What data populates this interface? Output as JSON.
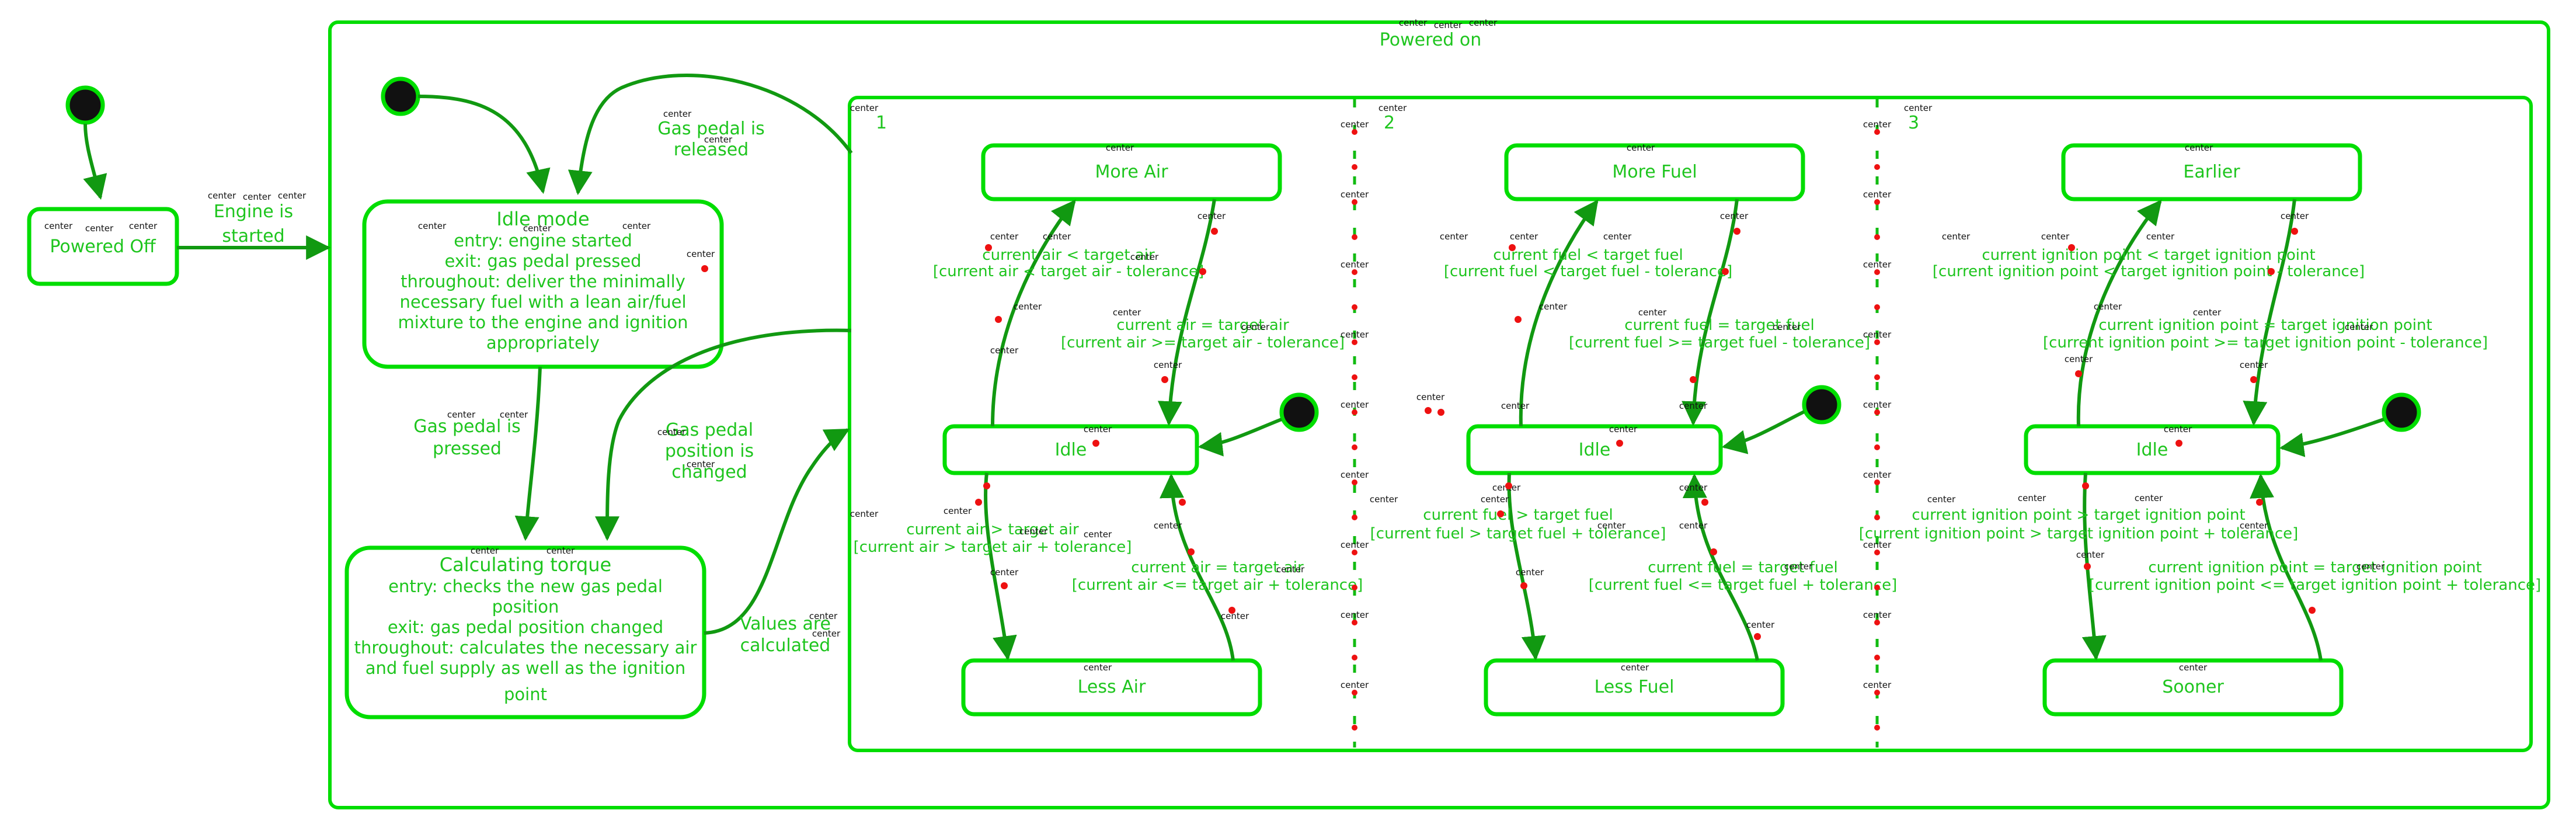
{
  "marker": "center",
  "top_state": {
    "name": "Powered on"
  },
  "initial_state": {
    "name": "Powered Off"
  },
  "start_transition": {
    "line1": "Engine is",
    "line2": "started"
  },
  "idle_mode": {
    "title": "Idle mode",
    "lines": [
      "entry: engine started",
      "exit: gas pedal pressed",
      "throughout: deliver the minimally",
      "necessary fuel with a lean air/fuel",
      "mixture to the engine and ignition",
      "appropriately"
    ]
  },
  "calc_torque": {
    "title": "Calculating torque",
    "lines": [
      "entry: checks the new gas pedal",
      "position",
      "exit: gas pedal position changed",
      "throughout: calculates the necessary air",
      "and fuel supply as well as the ignition",
      "point"
    ]
  },
  "transitions": {
    "released": {
      "line1": "Gas pedal is",
      "line2": "released"
    },
    "pressed": {
      "line1": "Gas pedal is",
      "line2": "pressed"
    },
    "changed": {
      "line1": "Gas pedal",
      "line2": "position is",
      "line3": "changed"
    },
    "calculated": {
      "line1": "Values are",
      "line2": "calculated"
    }
  },
  "regions": [
    {
      "label": "1",
      "upper_state": "More Air",
      "idle_state": "Idle",
      "lower_state": "Less Air",
      "up_guard": {
        "line1": "current air < target air",
        "line2": "[current air < target air - tolerance]"
      },
      "back_up_guard": {
        "line1": "current air = target air",
        "line2": "[current air >= target air - tolerance]"
      },
      "down_guard": {
        "line1": "current air > target air",
        "line2": "[current air > target air + tolerance]"
      },
      "back_down_guard": {
        "line1": "current air = target air",
        "line2": "[current air <= target air + tolerance]"
      }
    },
    {
      "label": "2",
      "upper_state": "More Fuel",
      "idle_state": "Idle",
      "lower_state": "Less Fuel",
      "up_guard": {
        "line1": "current fuel < target fuel",
        "line2": "[current fuel < target fuel - tolerance]"
      },
      "back_up_guard": {
        "line1": "current fuel = target fuel",
        "line2": "[current fuel >= target fuel - tolerance]"
      },
      "down_guard": {
        "line1": "current fuel > target fuel",
        "line2": "[current fuel > target fuel + tolerance]"
      },
      "back_down_guard": {
        "line1": "current fuel = target fuel",
        "line2": "[current fuel <= target fuel + tolerance]"
      }
    },
    {
      "label": "3",
      "upper_state": "Earlier",
      "idle_state": "Idle",
      "lower_state": "Sooner",
      "up_guard": {
        "line1": "current ignition point < target ignition point",
        "line2": "[current ignition point < target ignition point - tolerance]"
      },
      "back_up_guard": {
        "line1": "current ignition point = target ignition point",
        "line2": "[current ignition point >= target ignition point - tolerance]"
      },
      "down_guard": {
        "line1": "current ignition point > target ignition point",
        "line2": "[current ignition point > target ignition point + tolerance]"
      },
      "back_down_guard": {
        "line1": "current ignition point = target ignition point",
        "line2": "[current ignition point <= target ignition point + tolerance]"
      }
    }
  ]
}
